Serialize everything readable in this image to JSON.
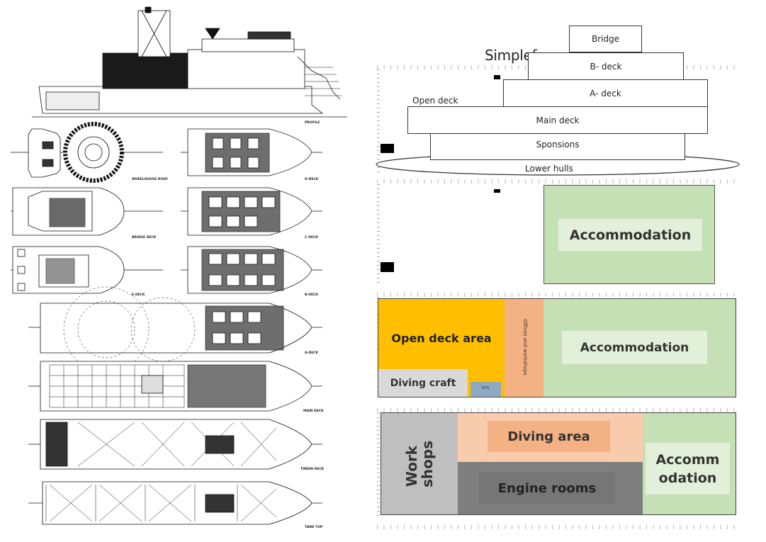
{
  "drawing_labels": {
    "profile": "PROFILE",
    "wheelhouse_roof": "WHEELHOUSE ROOF",
    "d_deck": "D-DECK",
    "bridge_deck": "BRIDGE DECK",
    "c_deck": "C-DECK",
    "e_deck": "E-DECK",
    "b_deck": "B-DECK",
    "a_deck": "A-DECK",
    "main_deck": "MAIN DECK",
    "tween_deck": "TWEEN DECK",
    "tank_top": "TANK TOP"
  },
  "section_title": "Simplef",
  "profile_levels": {
    "bridge": "Bridge",
    "b_deck": "B- deck",
    "a_deck": "A- deck",
    "open_deck": "Open deck",
    "main_deck": "Main deck",
    "sponsions": "Sponsions",
    "lower_hulls": "Lower hulls"
  },
  "upper_plan": {
    "accommodation": "Accommodation"
  },
  "main_plan": {
    "open_deck_area": "Open deck area",
    "offices": "Offices and workshops",
    "accommodation": "Accommodation",
    "diving_craft": "Diving craft",
    "rov": "ROV"
  },
  "lower_plan": {
    "workshops": "Work shops",
    "diving_area": "Diving area",
    "engine_rooms": "Engine rooms",
    "accommodation_line1": "Accomm",
    "accommodation_line2": "odation"
  },
  "colors": {
    "open_deck_yellow": "#FFBF00",
    "offices_salmon": "#F4B183",
    "accommodation_green": "#C5E0B4",
    "accommodation_plate": "#E2EFD9",
    "diving_craft_grey": "#D9D9D9",
    "rov_blue": "#8EA9C1",
    "workshops_grey": "#BFBFBF",
    "diving_area_light": "#F8CBAD",
    "diving_area_plate": "#F4B183",
    "engine_dark": "#7F7F7F",
    "engine_plate": "#767676"
  }
}
